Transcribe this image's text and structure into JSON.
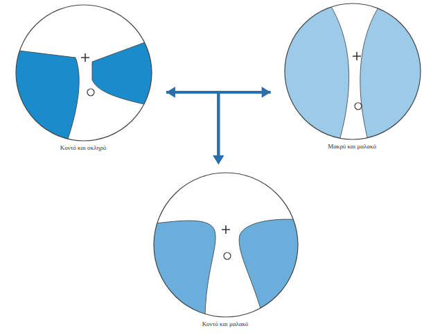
{
  "diagram": {
    "nodes": [
      {
        "text": [
          "Κοντό και σκληρό"
        ]
      },
      {
        "text": [
          "Μακρύ και μαλακό"
        ]
      },
      {
        "text": [
          "Κοντό και μαλακό"
        ]
      }
    ],
    "edges": [
      {
        "from": 0,
        "to": 1,
        "arrow": "both"
      },
      {
        "from": 0,
        "to": 2,
        "arrow": "to"
      },
      {
        "from": 1,
        "to": 2,
        "arrow": "to"
      }
    ]
  }
}
